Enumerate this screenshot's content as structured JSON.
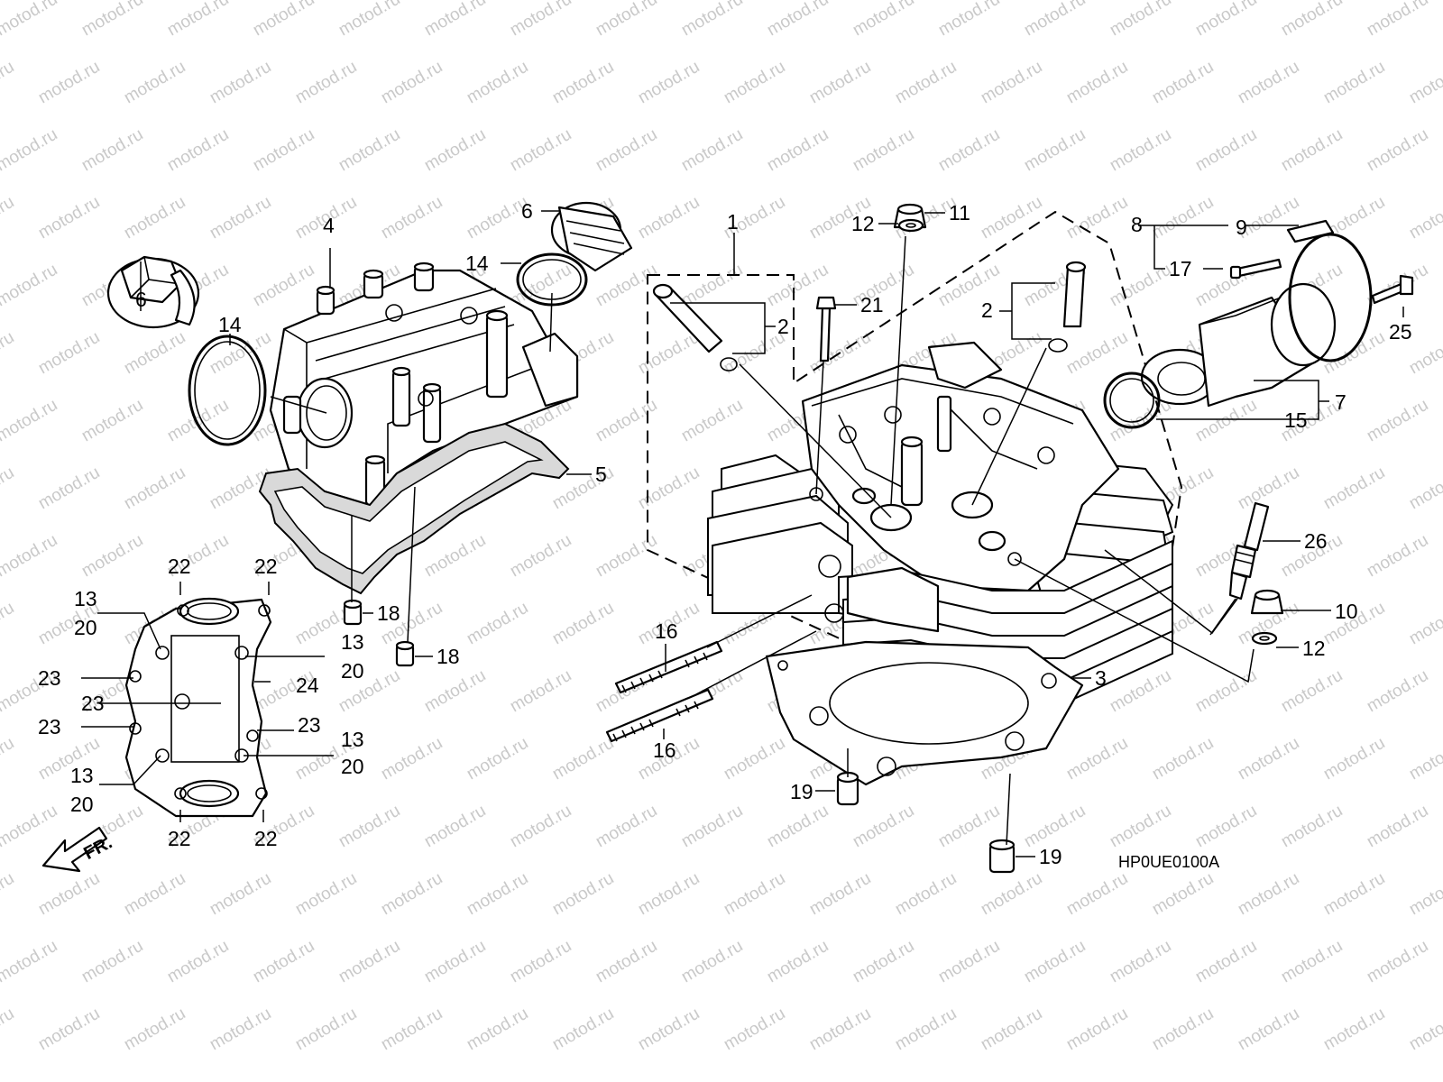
{
  "watermark": "motod.ru",
  "diagram_code": "HP0UE0100A",
  "front_label": "FR.",
  "callouts": [
    {
      "id": "c1",
      "text": "1"
    },
    {
      "id": "c2a",
      "text": "2"
    },
    {
      "id": "c2b",
      "text": "2"
    },
    {
      "id": "c3",
      "text": "3"
    },
    {
      "id": "c4",
      "text": "4"
    },
    {
      "id": "c5",
      "text": "5"
    },
    {
      "id": "c6a",
      "text": "6"
    },
    {
      "id": "c6b",
      "text": "6"
    },
    {
      "id": "c7",
      "text": "7"
    },
    {
      "id": "c8",
      "text": "8"
    },
    {
      "id": "c9",
      "text": "9"
    },
    {
      "id": "c10",
      "text": "10"
    },
    {
      "id": "c11",
      "text": "11"
    },
    {
      "id": "c12a",
      "text": "12"
    },
    {
      "id": "c12b",
      "text": "12"
    },
    {
      "id": "c13a",
      "text": "13"
    },
    {
      "id": "c13b",
      "text": "13"
    },
    {
      "id": "c13c",
      "text": "13"
    },
    {
      "id": "c13d",
      "text": "13"
    },
    {
      "id": "c14a",
      "text": "14"
    },
    {
      "id": "c14b",
      "text": "14"
    },
    {
      "id": "c15",
      "text": "15"
    },
    {
      "id": "c16a",
      "text": "16"
    },
    {
      "id": "c16b",
      "text": "16"
    },
    {
      "id": "c17",
      "text": "17"
    },
    {
      "id": "c18a",
      "text": "18"
    },
    {
      "id": "c18b",
      "text": "18"
    },
    {
      "id": "c19a",
      "text": "19"
    },
    {
      "id": "c19b",
      "text": "19"
    },
    {
      "id": "c20a",
      "text": "20"
    },
    {
      "id": "c20b",
      "text": "20"
    },
    {
      "id": "c20c",
      "text": "20"
    },
    {
      "id": "c20d",
      "text": "20"
    },
    {
      "id": "c21",
      "text": "21"
    },
    {
      "id": "c22a",
      "text": "22"
    },
    {
      "id": "c22b",
      "text": "22"
    },
    {
      "id": "c22c",
      "text": "22"
    },
    {
      "id": "c22d",
      "text": "22"
    },
    {
      "id": "c23a",
      "text": "23"
    },
    {
      "id": "c23b",
      "text": "23"
    },
    {
      "id": "c23c",
      "text": "23"
    },
    {
      "id": "c23d",
      "text": "23"
    },
    {
      "id": "c24",
      "text": "24"
    },
    {
      "id": "c25",
      "text": "25"
    },
    {
      "id": "c26",
      "text": "26"
    }
  ]
}
